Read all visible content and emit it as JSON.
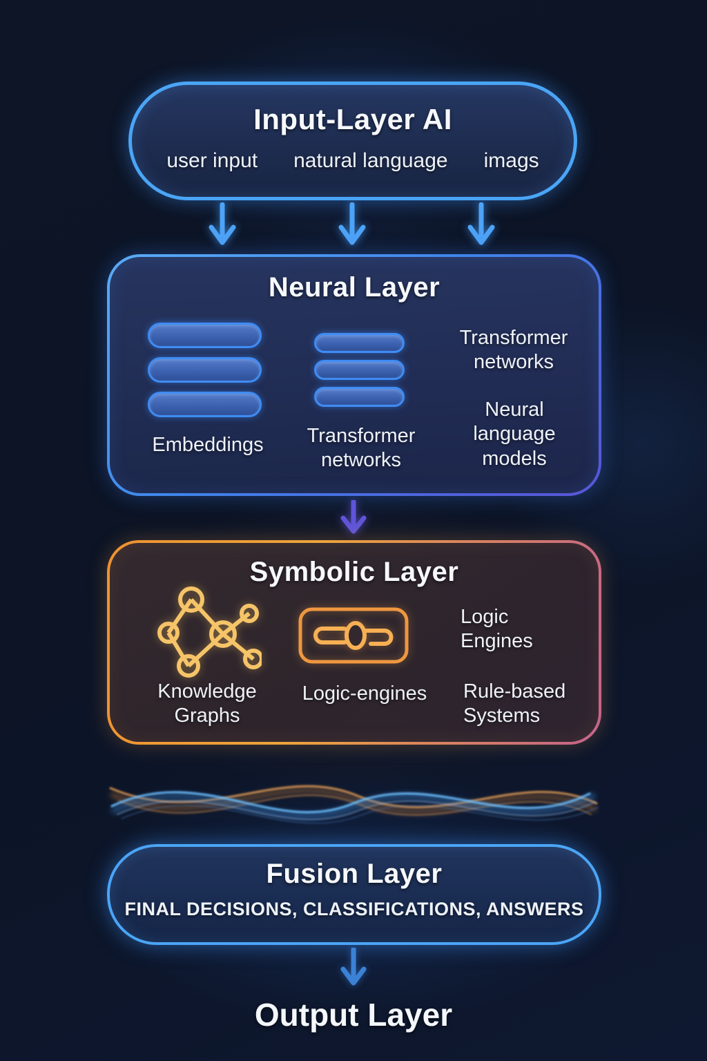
{
  "colors": {
    "background": "#0c1425",
    "blue_accent": "#4aa5f6",
    "indigo_accent": "#5a55d8",
    "purple_arrow": "#5f55d8",
    "orange_accent": "#ef9230",
    "pink_accent": "#c4638c",
    "gold_icon": "#f6c468",
    "text_primary": "#f2f5fa"
  },
  "input_layer": {
    "title": "Input-Layer AI",
    "items": [
      {
        "label": "user input"
      },
      {
        "label": "natural language"
      },
      {
        "label": "imags"
      }
    ]
  },
  "neural_layer": {
    "title": "Neural Layer",
    "right_top_label": "Transformer networks",
    "right_bottom_label": "Neural language models",
    "embeddings_label": "Embeddings",
    "center_label": "Transformer networks"
  },
  "symbolic_layer": {
    "title": "Symbolic Layer",
    "logic_engines_label": "Logic Engines",
    "knowledge_graphs_label": "Knowledge Graphs",
    "logic_engines_caption": "Logic-engines",
    "rule_based_label": "Rule-based Systems"
  },
  "fusion_layer": {
    "title": "Fusion Layer",
    "subtitle": "FINAL DECISIONS, CLASSIFICATIONS, ANSWERS"
  },
  "output_layer": {
    "title": "Output Layer"
  },
  "icons": {
    "down_arrow": "down-arrow-icon",
    "knowledge_graph": "knowledge-graph-icon",
    "logic_slider": "logic-slider-icon",
    "embedding_bars": "embedding-bars-icon",
    "fusion_waves": "fusion-waves-icon"
  }
}
